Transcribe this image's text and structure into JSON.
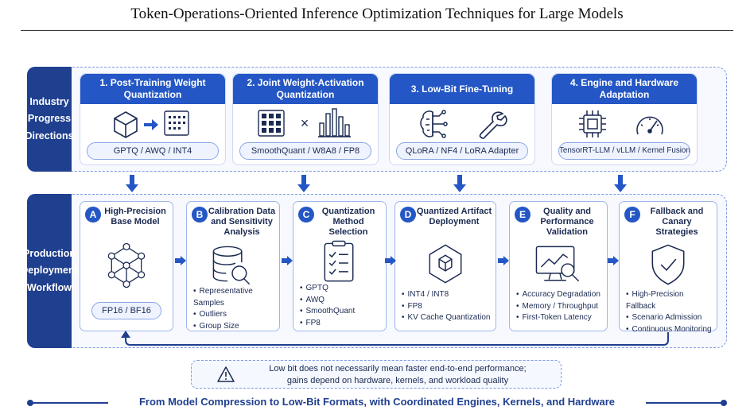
{
  "header": {
    "title": "Token-Operations-Oriented Inference Optimization Techniques for Large Models"
  },
  "industry": {
    "label_lines": [
      "Industry",
      "Progress",
      "Directions"
    ],
    "cards": [
      {
        "title": "1. Post-Training Weight Quantization",
        "pill": "GPTQ / AWQ / INT4",
        "icons": [
          "cube-icon",
          "arrow-right-icon",
          "dot-grid-icon"
        ]
      },
      {
        "title": "2. Joint Weight-Activation Quantization",
        "pill": "SmoothQuant / W8A8 / FP8",
        "multiply": "×",
        "icons": [
          "matrix-icon",
          "bar-chart-icon"
        ]
      },
      {
        "title": "3. Low-Bit Fine-Tuning",
        "pill": "QLoRA / NF4 / LoRA Adapter",
        "icons": [
          "brain-circuit-icon",
          "wrench-icon"
        ]
      },
      {
        "title": "4. Engine and Hardware Adaptation",
        "pill": "TensorRT-LLM / vLLM / Kernel Fusion",
        "icons": [
          "chip-icon",
          "speedometer-icon"
        ]
      }
    ]
  },
  "production": {
    "label_lines": [
      "Production",
      "Deployment",
      "Workflow"
    ],
    "cards": [
      {
        "badge": "A",
        "title": "High-Precision Base Model",
        "pill": "FP16 / BF16",
        "items": [],
        "icon": "network-icon"
      },
      {
        "badge": "B",
        "title": "Calibration Data and Sensitivity Analysis",
        "items": [
          "Representative Samples",
          "Outliers",
          "Group Size"
        ],
        "icon": "database-search-icon"
      },
      {
        "badge": "C",
        "title": "Quantization Method Selection",
        "items": [
          "GPTQ",
          "AWQ",
          "SmoothQuant",
          "FP8"
        ],
        "icon": "checklist-icon"
      },
      {
        "badge": "D",
        "title": "Quantized Artifact Deployment",
        "items": [
          "INT4 / INT8",
          "FP8",
          "KV Cache Quantization"
        ],
        "icon": "package-icon"
      },
      {
        "badge": "E",
        "title": "Quality and Performance Validation",
        "items": [
          "Accuracy Degradation",
          "Memory / Throughput",
          "First-Token Latency"
        ],
        "icon": "monitor-analysis-icon"
      },
      {
        "badge": "F",
        "title": "Fallback and Canary Strategies",
        "items": [
          "High-Precision Fallback",
          "Scenario Admission",
          "Continuous Monitoring"
        ],
        "icon": "shield-check-icon"
      }
    ]
  },
  "warning": {
    "line1": "Low bit does not necessarily mean faster end-to-end performance;",
    "line2": "gains depend on hardware, kernels, and workload quality"
  },
  "footer": {
    "text": "From Model Compression to Low-Bit Formats, with Coordinated Engines, Kernels, and Hardware"
  },
  "colors": {
    "primary": "#2457c5",
    "dark": "#1f3f8f",
    "text": "#1b2a52",
    "border": "#7e9be0"
  }
}
